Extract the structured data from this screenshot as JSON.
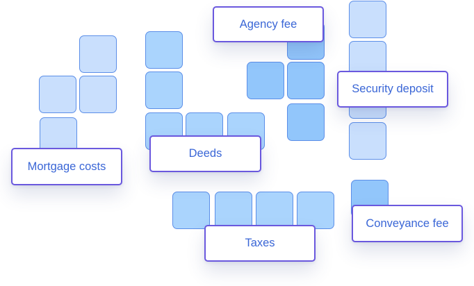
{
  "labels": {
    "agency_fee": "Agency fee",
    "security_deposit": "Security deposit",
    "mortgage_costs": "Mortgage costs",
    "deeds": "Deeds",
    "taxes": "Taxes",
    "conveyance_fee": "Conveyance fee"
  },
  "colors": {
    "tile_light": "#c9dffd",
    "tile_mid": "#aad4fd",
    "tile_dark": "#92c6fb",
    "tile_border": "#5b8ee8",
    "label_border": "#6a58de",
    "label_text": "#3a66d6"
  }
}
